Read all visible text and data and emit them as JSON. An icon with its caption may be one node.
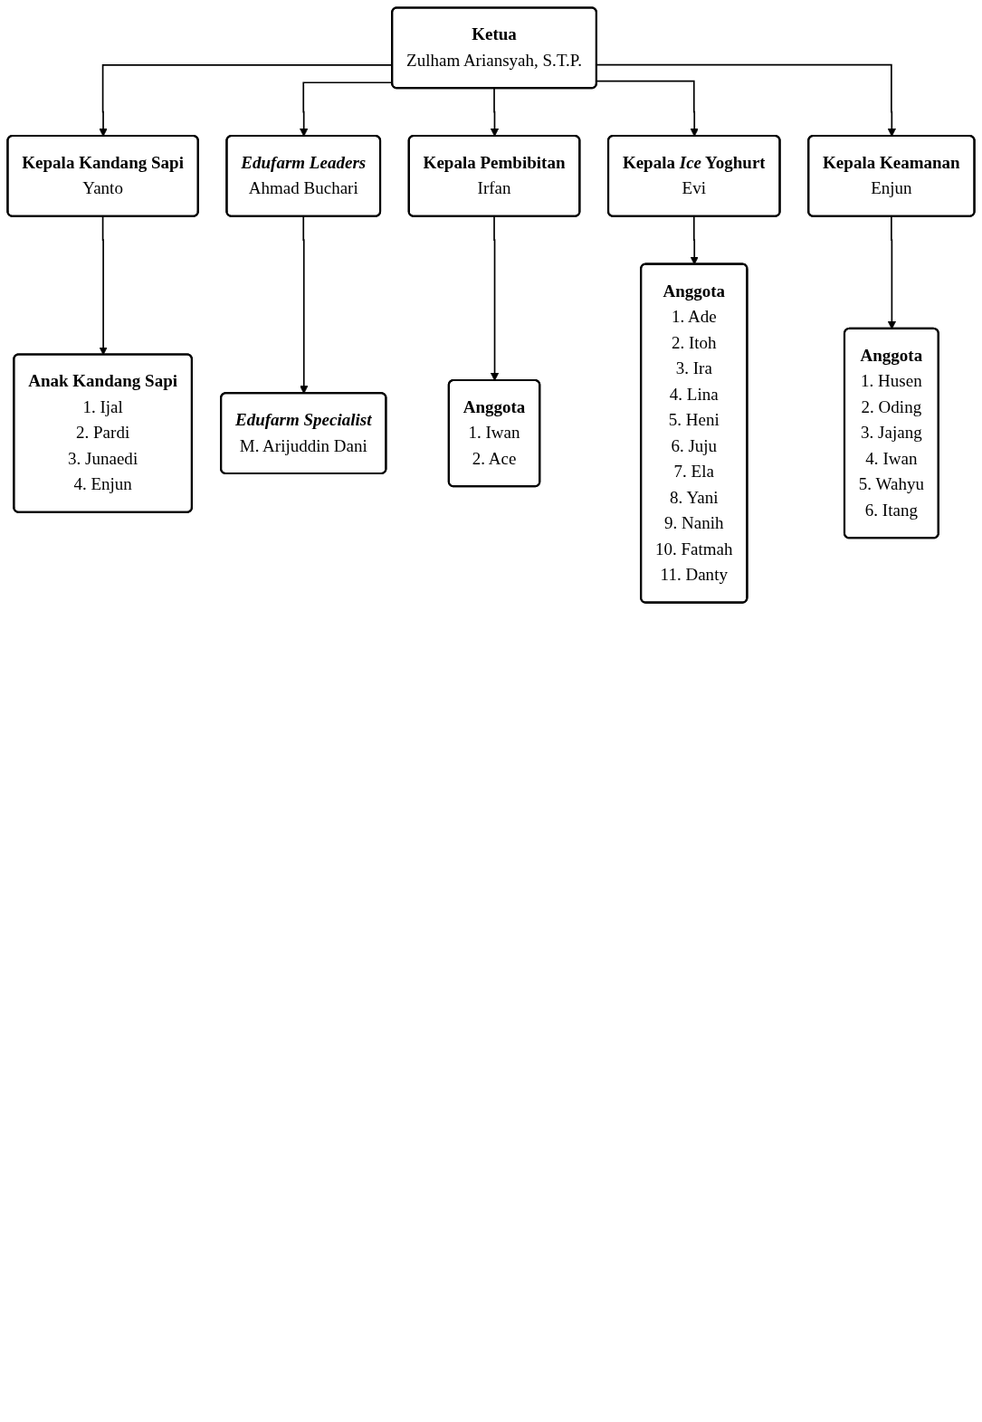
{
  "diagram": {
    "nodes": [
      {
        "text": [
          "Ketua",
          "Zulham Ariansyah, S.T.P."
        ]
      },
      {
        "text": [
          "Kepala Kandang Sapi",
          "Yanto"
        ]
      },
      {
        "text": [
          "Anak Kandang Sapi",
          "1. Ijal",
          "2. Pardi",
          "3. Junaedi",
          "4. Enjun"
        ]
      },
      {
        "text": [
          "Edufarm Leaders",
          "Ahmad Buchari"
        ]
      },
      {
        "text": [
          "Edufarm Specialist",
          "M. Arijuddin Dani"
        ]
      },
      {
        "text": [
          "Kepala Pembibitan",
          "Irfan"
        ]
      },
      {
        "text": [
          "Kepala *Ice* Yoghurt",
          "Evi"
        ]
      },
      {
        "text": [
          "Kepala Keamanan",
          "Enjun"
        ]
      },
      {
        "text": [
          "Anggota",
          "1. Iwan",
          "2. Ace"
        ]
      },
      {
        "text": [
          "Anggota",
          "1. Ade",
          "2. Itoh",
          "3. Ira",
          "4. Lina",
          "5. Heni",
          "6. Juju",
          "7. Ela",
          "8. Yani",
          "9. Nanih",
          "10. Fatmah",
          "11. Danty"
        ]
      },
      {
        "text": [
          "Anggota",
          "1. Husen",
          "2. Oding",
          "3. Jajang",
          "4. Iwan",
          "5. Wahyu",
          "6. Itang"
        ]
      }
    ],
    "edges": [
      {
        "from": 0,
        "to": 1,
        "arrow": "to"
      },
      {
        "from": 0,
        "to": 3,
        "arrow": "to"
      },
      {
        "from": 1,
        "to": 2,
        "arrow": "to"
      },
      {
        "from": 3,
        "to": 4,
        "arrow": "to"
      },
      {
        "from": 0,
        "to": 5,
        "arrow": "to"
      },
      {
        "from": 0,
        "to": 6,
        "arrow": "to"
      },
      {
        "from": 0,
        "to": 7,
        "arrow": "to"
      },
      {
        "from": 5,
        "to": 8,
        "arrow": "to"
      },
      {
        "from": 6,
        "to": 9,
        "arrow": "to"
      },
      {
        "from": 7,
        "to": 10,
        "arrow": "to"
      }
    ]
  }
}
